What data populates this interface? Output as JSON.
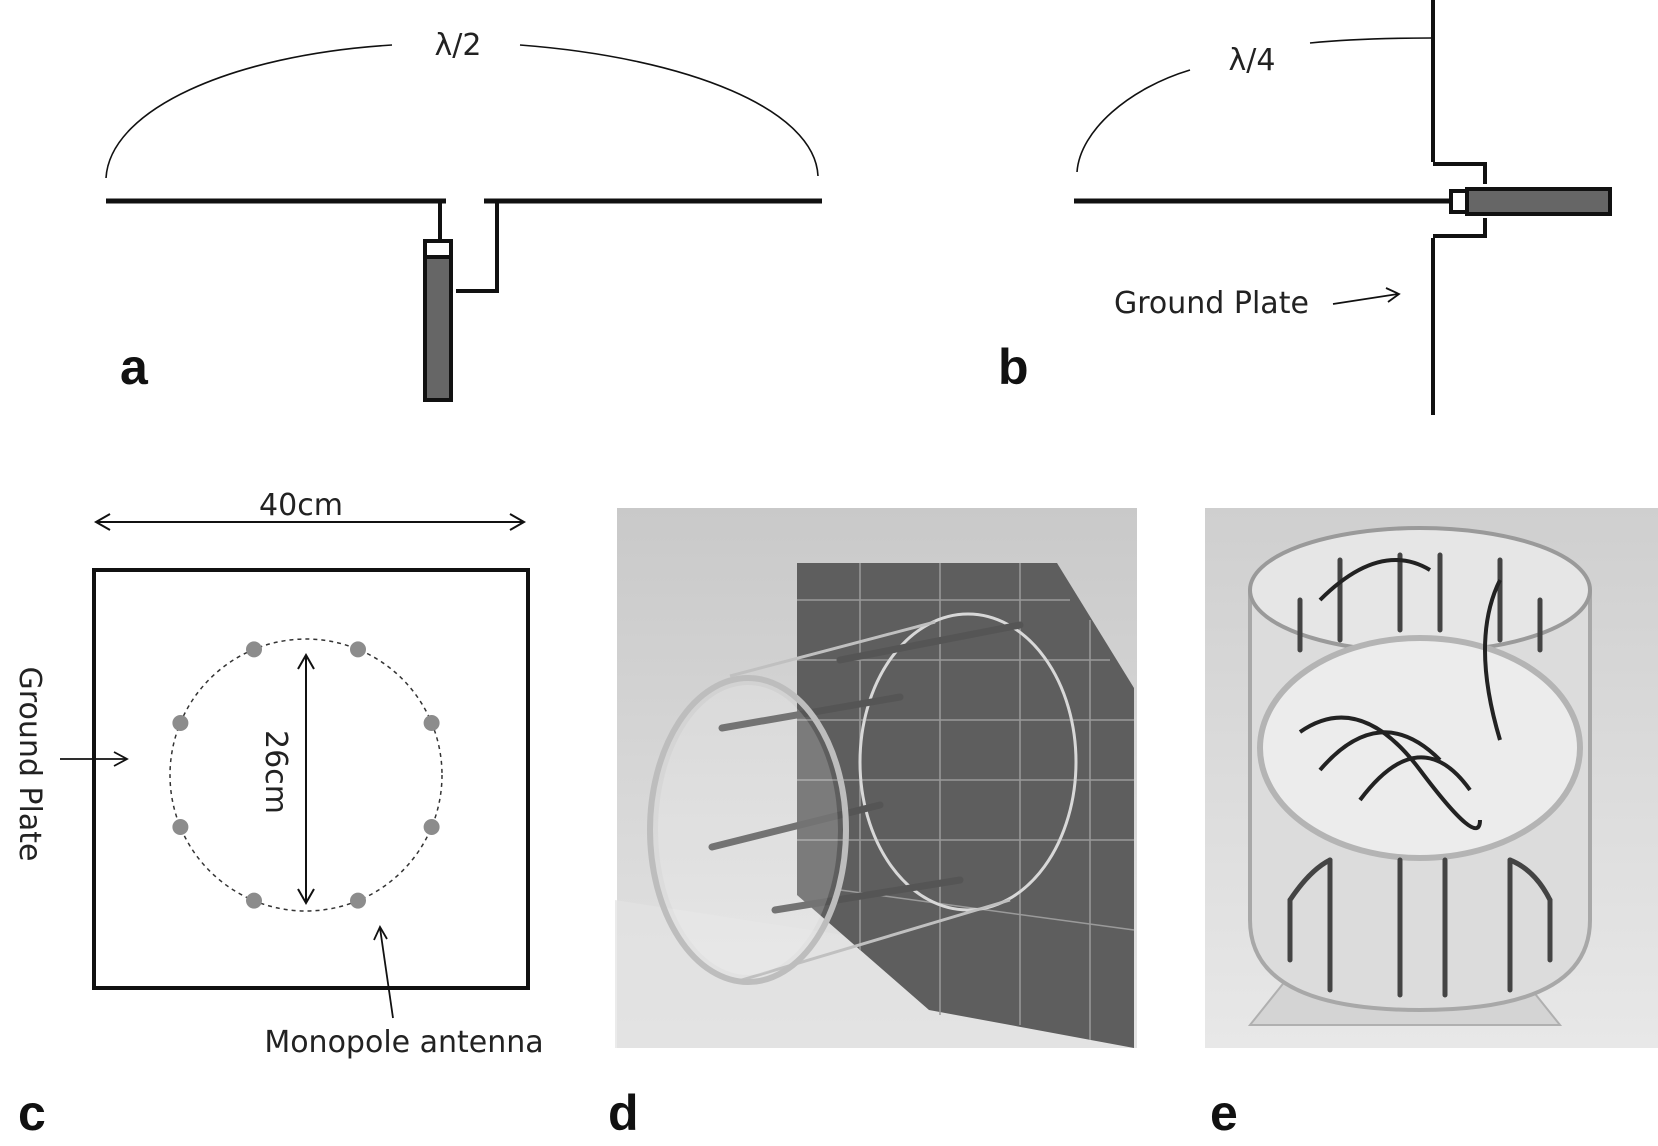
{
  "panel_labels": {
    "a": "a",
    "b": "b",
    "c": "c",
    "d": "d",
    "e": "e"
  },
  "panel_a": {
    "length_label": "λ/2"
  },
  "panel_b": {
    "length_label": "λ/4",
    "ground_label": "Ground Plate"
  },
  "panel_c": {
    "width_label": "40cm",
    "diameter_label": "26cm",
    "ground_label": "Ground Plate",
    "antenna_label": "Monopole antenna",
    "antenna_count": 8
  },
  "colors": {
    "line": "#111111",
    "coax": "#666666",
    "dot": "#8c8c8c",
    "photo_bg": "#d9d9d9",
    "plate": "#5e5e5e"
  }
}
